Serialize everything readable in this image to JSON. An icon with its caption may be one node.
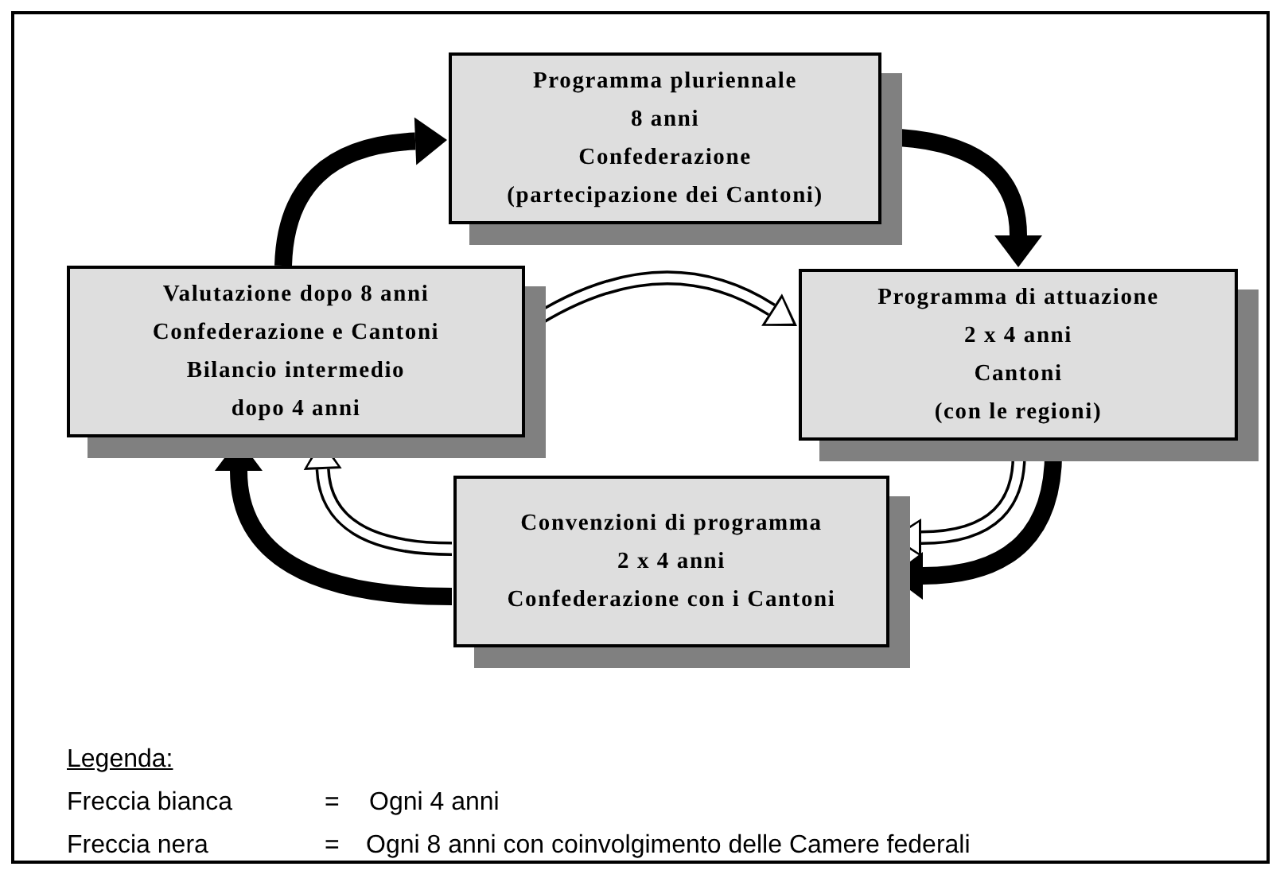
{
  "diagram": {
    "nodes": [
      {
        "text": [
          "Programma pluriennale",
          "8 anni",
          "Confederazione",
          "(partecipazione dei Cantoni)"
        ]
      },
      {
        "text": [
          "Valutazione dopo 8 anni",
          "Confederazione e Cantoni",
          "Bilancio intermedio",
          "dopo 4 anni"
        ]
      },
      {
        "text": [
          "Programma di attuazione",
          "2 x 4 anni",
          "Cantoni",
          "(con le regioni)"
        ]
      },
      {
        "text": [
          "Convenzioni di programma",
          "2 x 4 anni",
          "Confederazione con i Cantoni"
        ]
      }
    ],
    "edges": [
      {
        "from": 1,
        "to": 0,
        "arrow": "to"
      },
      {
        "from": 0,
        "to": 2,
        "arrow": "to"
      },
      {
        "from": 1,
        "to": 2,
        "arrow": "to",
        "color": "#ffffff"
      },
      {
        "from": 2,
        "to": 3,
        "arrow": "to",
        "color": "#ffffff"
      },
      {
        "from": 2,
        "to": 3,
        "arrow": "to"
      },
      {
        "from": 3,
        "to": 1,
        "arrow": "to",
        "color": "#ffffff"
      },
      {
        "from": 3,
        "to": 1,
        "arrow": "to"
      }
    ],
    "labels": [
      "Legenda:",
      "Freccia bianca",
      "=",
      "Ogni 4 anni",
      "Freccia nera",
      "=",
      "Ogni 8 anni con coinvolgimento delle Camere federali"
    ]
  }
}
